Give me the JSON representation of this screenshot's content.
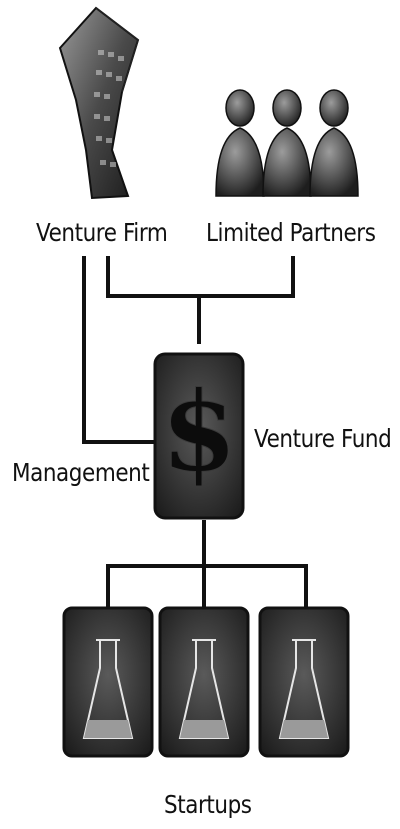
{
  "labels": {
    "venture_firm": "Venture Firm",
    "limited_partners": "Limited Partners",
    "venture_fund": "Venture Fund",
    "management": "Management",
    "startups": "Startups"
  },
  "icons": {
    "firm": "building-icon",
    "partners": "people-icon",
    "fund": "dollar-icon",
    "startup": "flask-icon"
  },
  "colors": {
    "line": "#111111",
    "tile_dark": "#2b2b2b",
    "tile_light": "#8a8a8a"
  }
}
